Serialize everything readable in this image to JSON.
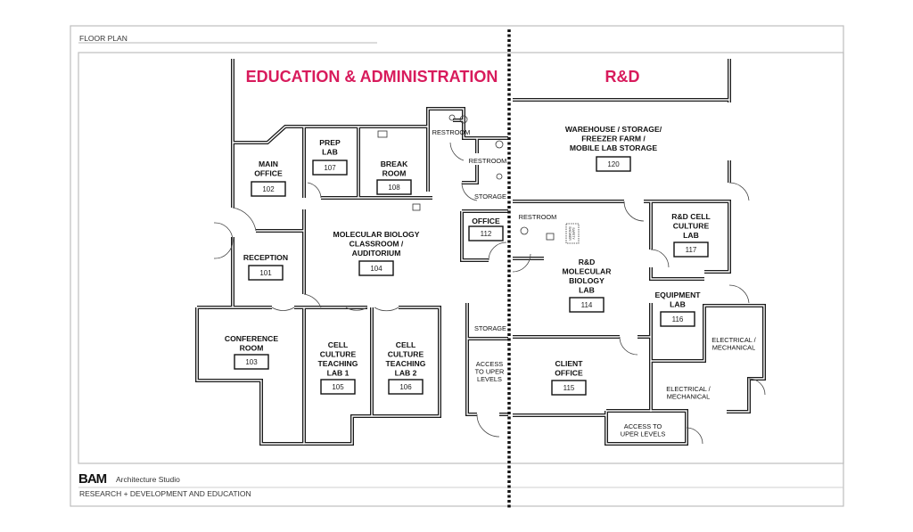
{
  "header": {
    "title": "FLOOR PLAN"
  },
  "zones": {
    "left": "EDUCATION & ADMINISTRATION",
    "right": "R&D"
  },
  "accent_color": "#d81b5c",
  "rooms": {
    "main_office": {
      "lines": [
        "MAIN",
        "OFFICE"
      ],
      "number": "102"
    },
    "prep_lab": {
      "lines": [
        "PREP",
        "LAB"
      ],
      "number": "107"
    },
    "break_room": {
      "lines": [
        "BREAK",
        "ROOM"
      ],
      "number": "108"
    },
    "restroom_1": {
      "lines": [
        "RESTROOM"
      ]
    },
    "restroom_2": {
      "lines": [
        "RESTROOM"
      ]
    },
    "storage_1": {
      "lines": [
        "STORAGE"
      ]
    },
    "office": {
      "lines": [
        "OFFICE"
      ],
      "number": "112"
    },
    "classroom": {
      "lines": [
        "MOLECULAR BIOLOGY",
        "CLASSROOM  /",
        "AUDITORIUM"
      ],
      "number": "104"
    },
    "reception": {
      "lines": [
        "RECEPTION"
      ],
      "number": "101"
    },
    "conference": {
      "lines": [
        "CONFERENCE",
        "ROOM"
      ],
      "number": "103"
    },
    "teaching_lab_1": {
      "lines": [
        "CELL",
        "CULTURE",
        "TEACHING",
        "LAB 1"
      ],
      "number": "105"
    },
    "teaching_lab_2": {
      "lines": [
        "CELL",
        "CULTURE",
        "TEACHING",
        "LAB 2"
      ],
      "number": "106"
    },
    "storage_2": {
      "lines": [
        "STORAGE"
      ]
    },
    "access_1": {
      "lines": [
        "ACCESS",
        "TO UPER",
        "LEVELS"
      ]
    },
    "warehouse": {
      "lines": [
        "WAREHOUSE / STORAGE/",
        "FREEZER FARM /",
        "MOBILE LAB STORAGE"
      ],
      "number": "120"
    },
    "restroom_3": {
      "lines": [
        "RESTROOM"
      ]
    },
    "safety_shower": {
      "lines": [
        "SAFETY",
        "SHOWER"
      ]
    },
    "rd_molecular": {
      "lines": [
        "R&D",
        "MOLECULAR",
        "BIOLOGY",
        "LAB"
      ],
      "number": "114"
    },
    "rd_cell_culture": {
      "lines": [
        "R&D CELL",
        "CULTURE",
        "LAB"
      ],
      "number": "117"
    },
    "equipment_lab": {
      "lines": [
        "EQUIPMENT",
        "LAB"
      ],
      "number": "116"
    },
    "electrical_1": {
      "lines": [
        "ELECTRICAL /",
        "MECHANICAL"
      ]
    },
    "electrical_2": {
      "lines": [
        "ELECTRICAL /",
        "MECHANICAL"
      ]
    },
    "client_office": {
      "lines": [
        "CLIENT",
        "OFFICE"
      ],
      "number": "115"
    },
    "access_2": {
      "lines": [
        "ACCESS TO",
        "UPER LEVELS"
      ]
    }
  },
  "footer": {
    "logo": "BAM",
    "studio": "Architecture Studio",
    "subtitle": "RESEARCH + DEVELOPMENT AND EDUCATION"
  }
}
